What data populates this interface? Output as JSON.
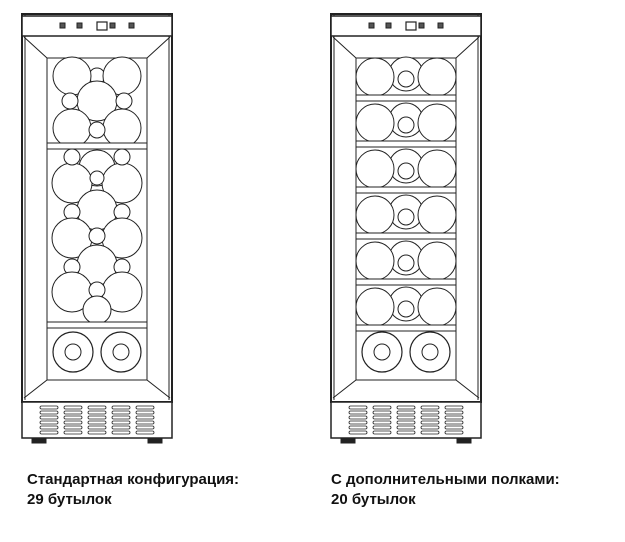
{
  "configurations": [
    {
      "title": "Стандартная конфигурация:",
      "count": "29 бутылок"
    },
    {
      "title": "С дополнительными полками:",
      "count": "20 бутылок"
    }
  ],
  "colors": {
    "line": "#222222",
    "background": "#ffffff"
  }
}
